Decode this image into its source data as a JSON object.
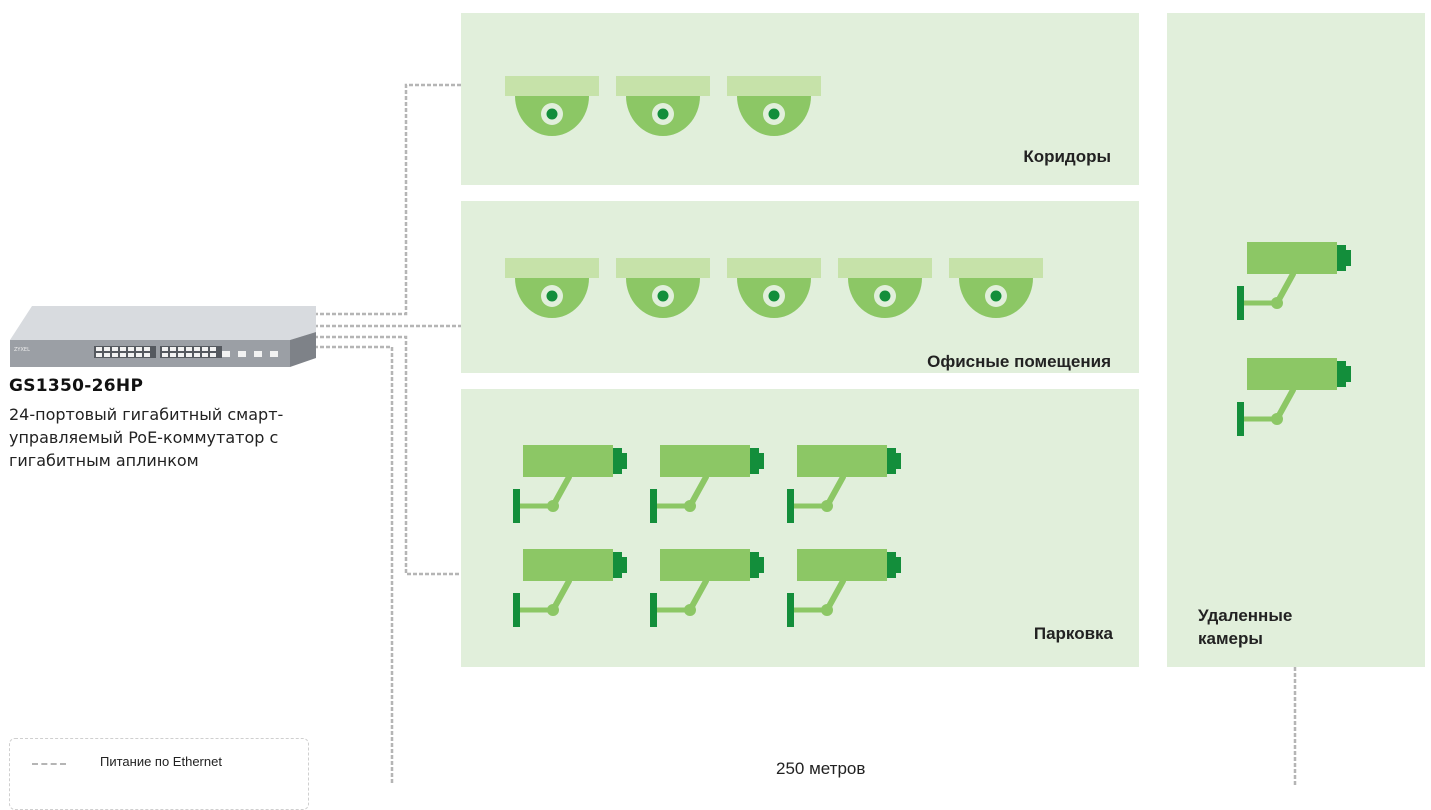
{
  "switch": {
    "model": "GS1350-26HP",
    "description": "24-портовый гигабитный смарт-управляемый PoE-коммутатор с гигабитным аплинком",
    "brand_mark": "ZYXEL"
  },
  "zones": {
    "corridors": {
      "label": "Коридоры",
      "camera_type": "dome-camera-icon",
      "camera_count": 3
    },
    "offices": {
      "label": "Офисные помещения",
      "camera_type": "dome-camera-icon",
      "camera_count": 5
    },
    "parking": {
      "label": "Парковка",
      "camera_type": "bullet-camera-icon",
      "camera_count": 6
    },
    "remote": {
      "label_line1": "Удаленные",
      "label_line2": "камеры",
      "camera_type": "bullet-camera-icon",
      "camera_count": 2
    }
  },
  "legend": {
    "poe_label": "Питание по Ethernet"
  },
  "distance_label": "250 метров",
  "colors": {
    "zone_background": "#e1efdb",
    "camera_light_green": "#8cc765",
    "camera_dark_green": "#138e3b",
    "dome_top": "#c6e2a9",
    "wire_gray": "#b5b5b5"
  }
}
